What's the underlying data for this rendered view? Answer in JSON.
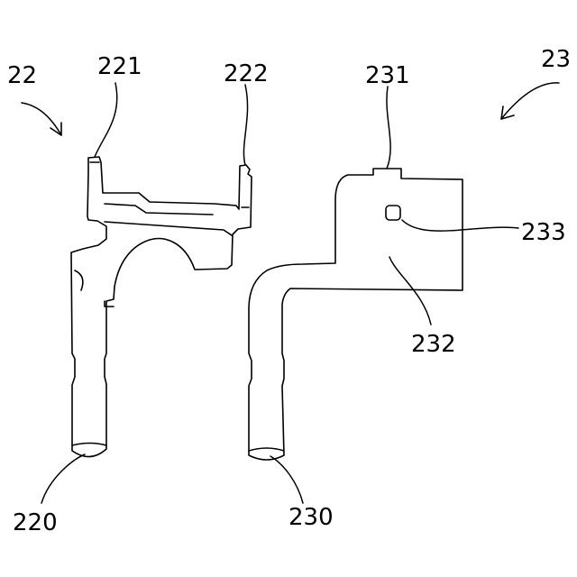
{
  "figure": {
    "labels": {
      "part_22": "22",
      "part_221": "221",
      "part_222": "222",
      "part_220": "220",
      "part_23": "23",
      "part_231": "231",
      "part_232": "232",
      "part_233": "233",
      "part_230": "230"
    }
  }
}
